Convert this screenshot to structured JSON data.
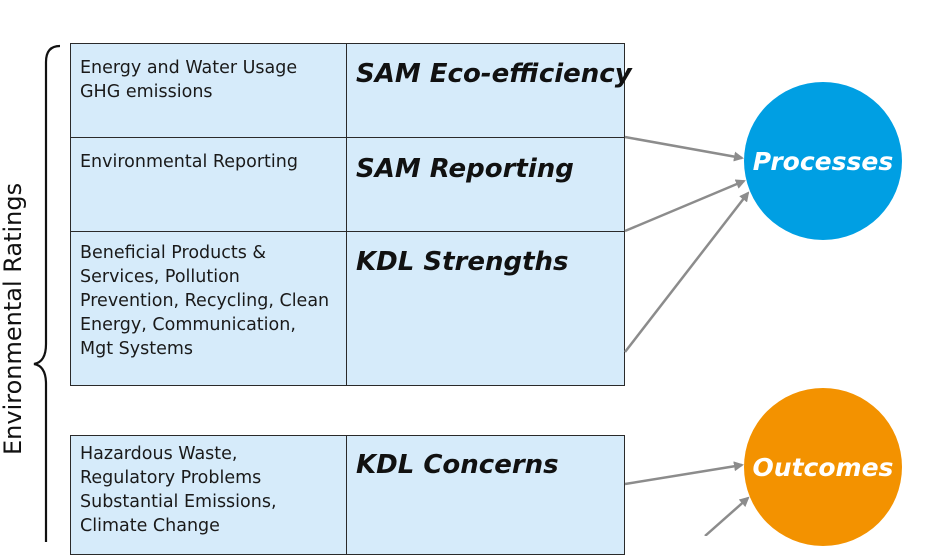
{
  "side_label": "Environmental Ratings",
  "rows": [
    {
      "description": "Energy and Water Usage\nGHG emissions",
      "rating": "SAM Eco-efficiency"
    },
    {
      "description": "Environmental Reporting",
      "rating": "SAM Reporting"
    },
    {
      "description": "Beneficial Products &\nServices, Pollution\nPrevention, Recycling, Clean\nEnergy, Communication,\nMgt Systems",
      "rating": "KDL Strengths"
    },
    {
      "description": "Hazardous Waste,\nRegulatory Problems\nSubstantial Emissions,\nClimate Change",
      "rating": "KDL Concerns"
    }
  ],
  "targets": {
    "processes": {
      "label": "Processes",
      "color": "#009fe3"
    },
    "outcomes": {
      "label": "Outcomes",
      "color": "#f39200"
    }
  },
  "colors": {
    "cell_fill": "#d6ebfa",
    "arrow": "#8c8c8c",
    "border": "#2a2a2a"
  }
}
